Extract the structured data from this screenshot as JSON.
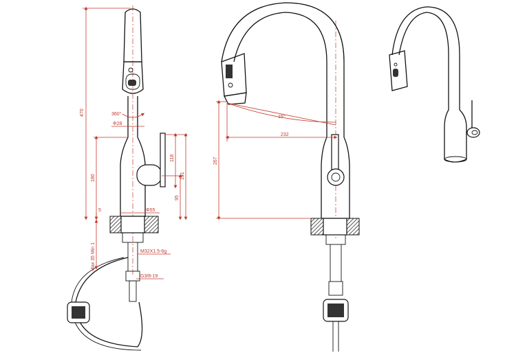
{
  "dimensions": {
    "height_total": "470",
    "rotation": "360°",
    "spout_diameter": "Φ28",
    "handle_height": "118",
    "base_to_handle": "191",
    "height_180": "180",
    "height_95": "95",
    "base_diameter": "Φ55",
    "deck_thickness": "5",
    "max_deck": "Max 35 Min 1",
    "thread_main": "M32X1.5-6g",
    "thread_hose": "G3/8-19",
    "spray_angle": "15°",
    "reach": "232",
    "height_267": "267"
  },
  "colors": {
    "dimension": "#c0392b",
    "outline": "#111111"
  }
}
